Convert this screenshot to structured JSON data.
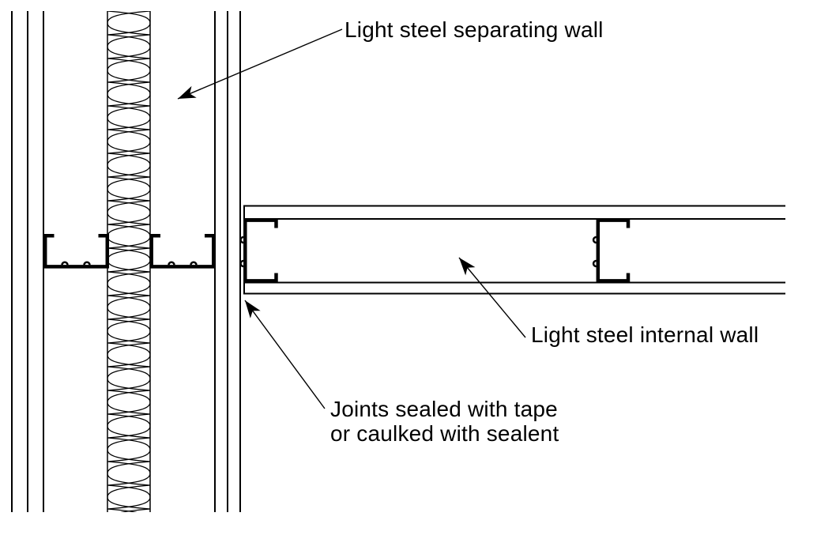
{
  "diagram": {
    "type": "construction-detail-plan",
    "labels": {
      "separating_wall": "Light steel separating wall",
      "internal_wall": "Light steel internal wall",
      "joints_line1": "Joints sealed with tape",
      "joints_line2": "or caulked with sealent"
    },
    "colors": {
      "line": "#000000",
      "background": "#ffffff"
    }
  }
}
